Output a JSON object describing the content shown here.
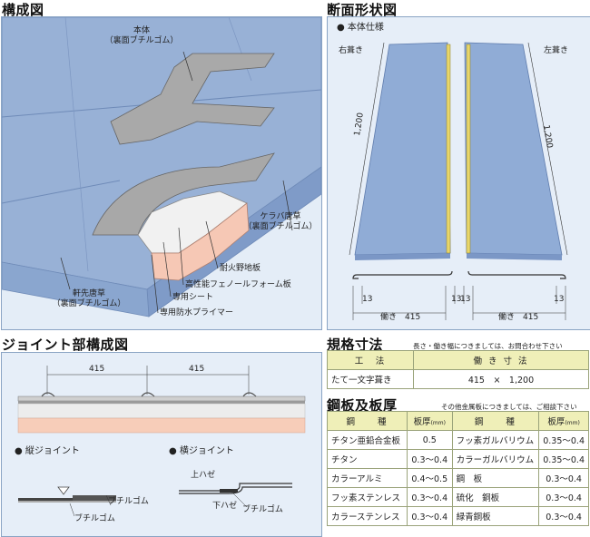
{
  "sections": {
    "structure_title": "構成図",
    "cross_section_title": "断面形状図",
    "joint_title": "ジョイント部構成図",
    "spec_title": "規格寸法",
    "steel_title": "鋼板及板厚"
  },
  "structure": {
    "labels": {
      "body": "本体",
      "body_sub": "（裏面ブチルゴム）",
      "keraba": "ケラバ唐草",
      "keraba_sub": "（裏面ブチルゴム）",
      "nokisaki": "軒先唐草",
      "nokisaki_sub": "（裏面ブチルゴム）",
      "board": "耐火野地板",
      "foam": "高性能フェノールフォーム板",
      "sheet": "専用シート",
      "primer": "専用防水プライマー"
    }
  },
  "cross_section": {
    "spec_label": "● 本体仕様",
    "right_label": "右葺き",
    "left_label": "左葺き",
    "length_left": "1,200",
    "length_right": "1,200",
    "dim_13_a": "13",
    "dim_13_b": "13",
    "dim_13_c": "13",
    "dim_13_d": "13",
    "work_left": "働き　415",
    "work_right": "働き　415"
  },
  "joint": {
    "dim_1": "415",
    "dim_2": "415",
    "vertical_label": "● 縦ジョイント",
    "horizontal_label": "● 横ジョイント",
    "butyl_a": "ブチルゴム",
    "butyl_b": "ブチルゴム",
    "butyl_c": "ブチルゴム",
    "upper_haze": "上ハゼ",
    "lower_haze": "下ハゼ"
  },
  "spec": {
    "note": "長さ・働き幅につきましては、お問合わせ下さい",
    "headers": [
      "工　法",
      "働 き 寸 法"
    ],
    "rows": [
      [
        "たて一文字葺き",
        "415　×　1,200"
      ]
    ]
  },
  "steel": {
    "note": "その他金属板につきましては、ご相談下さい",
    "headers": [
      "鋼　　種",
      "板厚",
      "鋼　　種",
      "板厚"
    ],
    "unit": "(mm)",
    "rows": [
      [
        "チタン亜鉛合金板",
        "0.5",
        "フッ素ガルバリウム",
        "0.35〜0.4"
      ],
      [
        "チタン",
        "0.3〜0.4",
        "カラーガルバリウム",
        "0.35〜0.4"
      ],
      [
        "カラーアルミ",
        "0.4〜0.5",
        "鋼　板",
        "0.3〜0.4"
      ],
      [
        "フッ素ステンレス",
        "0.3〜0.4",
        "硫化　銅板",
        "0.3〜0.4"
      ],
      [
        "カラーステンレス",
        "0.3〜0.4",
        "緑青銅板",
        "0.3〜0.4"
      ]
    ]
  }
}
